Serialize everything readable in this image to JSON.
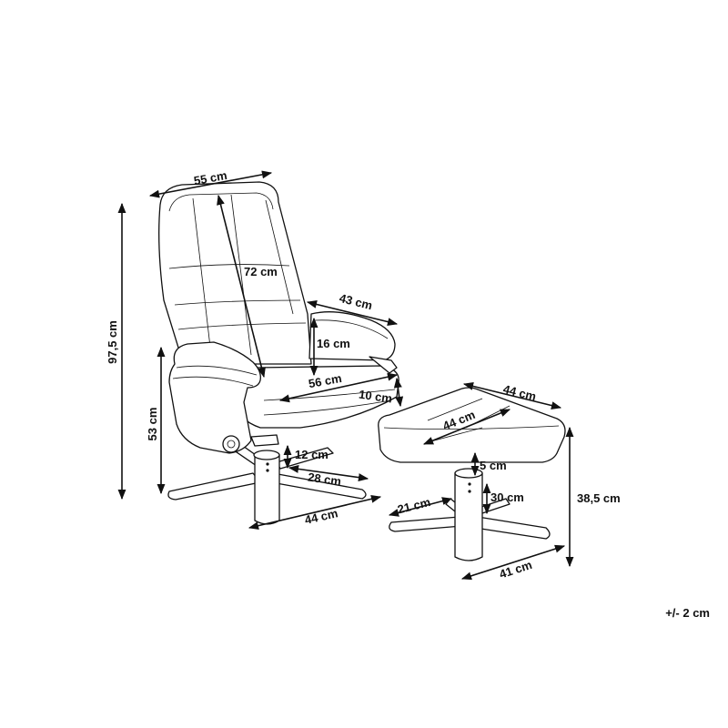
{
  "chair": {
    "width": "55 cm",
    "backrest_length": "72 cm",
    "armrest_length": "43 cm",
    "armrest_height": "16 cm",
    "seat_depth": "56 cm",
    "seat_thickness": "10 cm",
    "seat_height": "53 cm",
    "total_height": "97,5 cm",
    "base_height": "12 cm",
    "leg_length": "28 cm",
    "base_width": "44 cm"
  },
  "footstool": {
    "width": "44 cm",
    "depth": "44 cm",
    "cushion_thickness": "5 cm",
    "column_height": "30 cm",
    "leg_length": "21 cm",
    "total_height": "38,5 cm",
    "base_width": "41 cm"
  },
  "tolerance": "+/- 2 cm"
}
